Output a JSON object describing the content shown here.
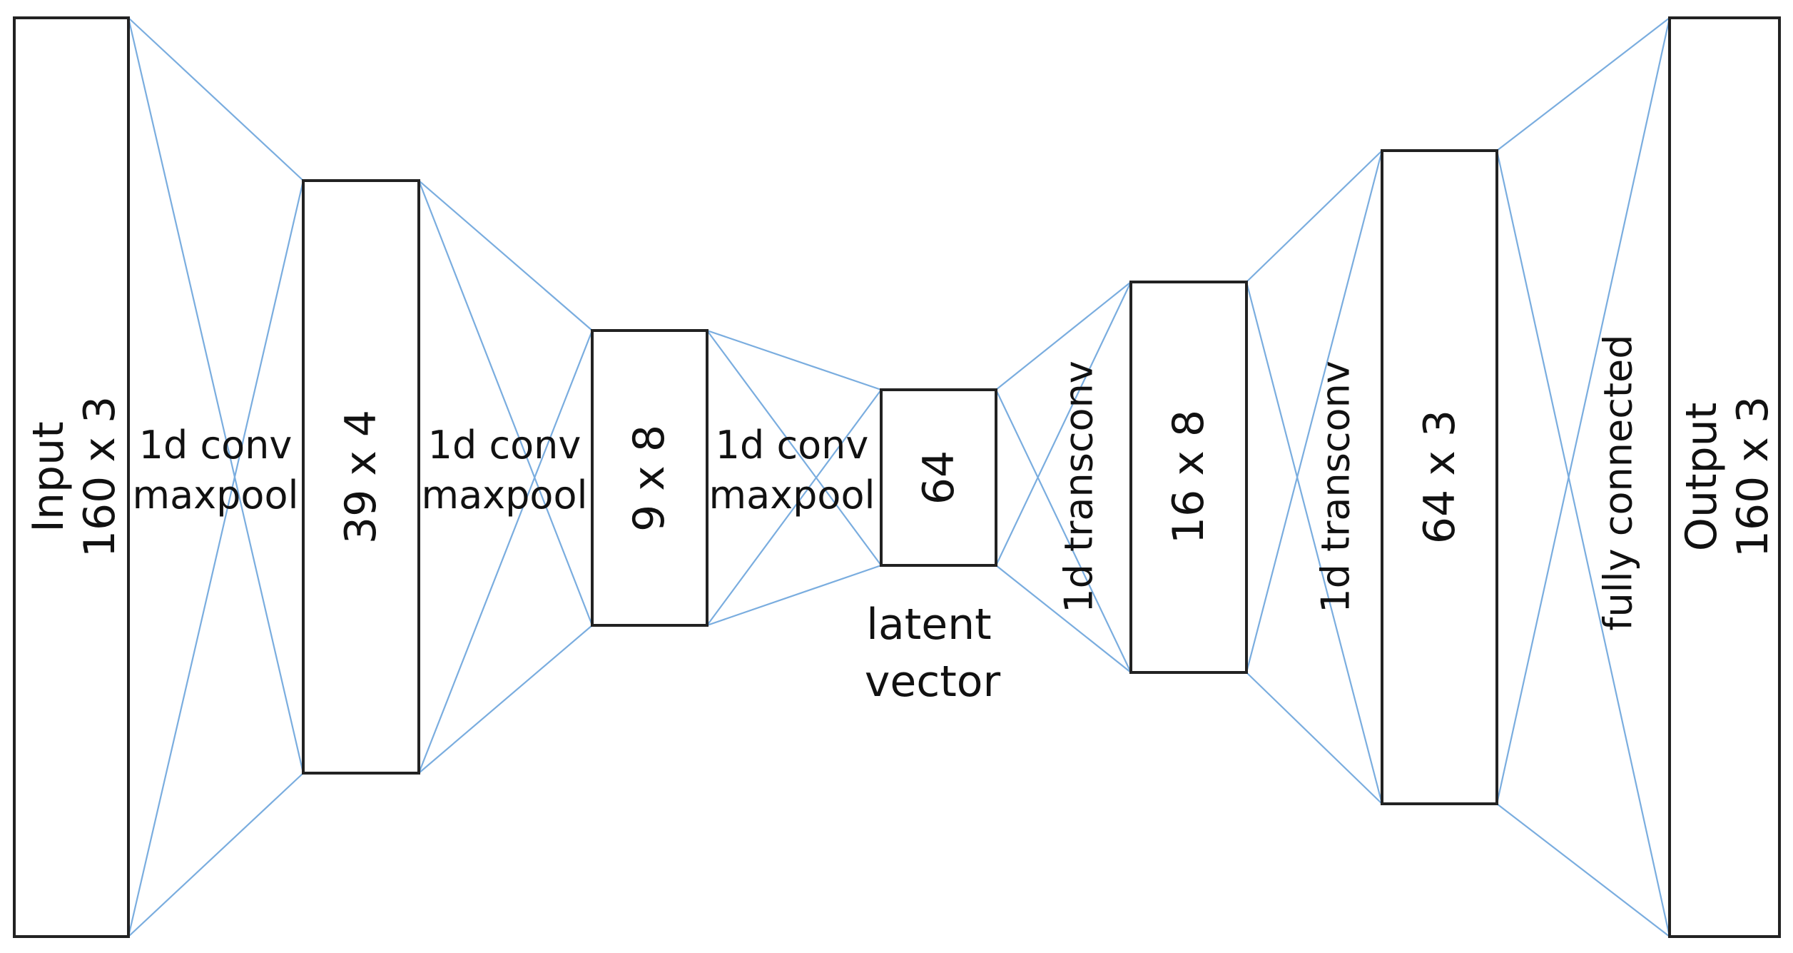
{
  "layers": [
    {
      "id": "input",
      "line1": "Input",
      "line2": "160 x 3"
    },
    {
      "id": "enc1",
      "line1": "39 x 4"
    },
    {
      "id": "enc2",
      "line1": "9 x 8"
    },
    {
      "id": "latent",
      "line1": "64"
    },
    {
      "id": "dec1",
      "line1": "16 x 8"
    },
    {
      "id": "dec2",
      "line1": "64 x 3"
    },
    {
      "id": "output",
      "line1": "Output",
      "line2": "160 x 3"
    }
  ],
  "operations": [
    {
      "line1": "1d conv",
      "line2": "maxpool"
    },
    {
      "line1": "1d conv",
      "line2": "maxpool"
    },
    {
      "line1": "1d conv",
      "line2": "maxpool"
    },
    {
      "line1": "1d transconv"
    },
    {
      "line1": "1d transconv"
    },
    {
      "line1": "fully connected"
    }
  ],
  "latent_caption": {
    "line1": "latent",
    "line2": "vector"
  },
  "colors": {
    "box_stroke": "#222222",
    "connection": "#7aaddf"
  }
}
